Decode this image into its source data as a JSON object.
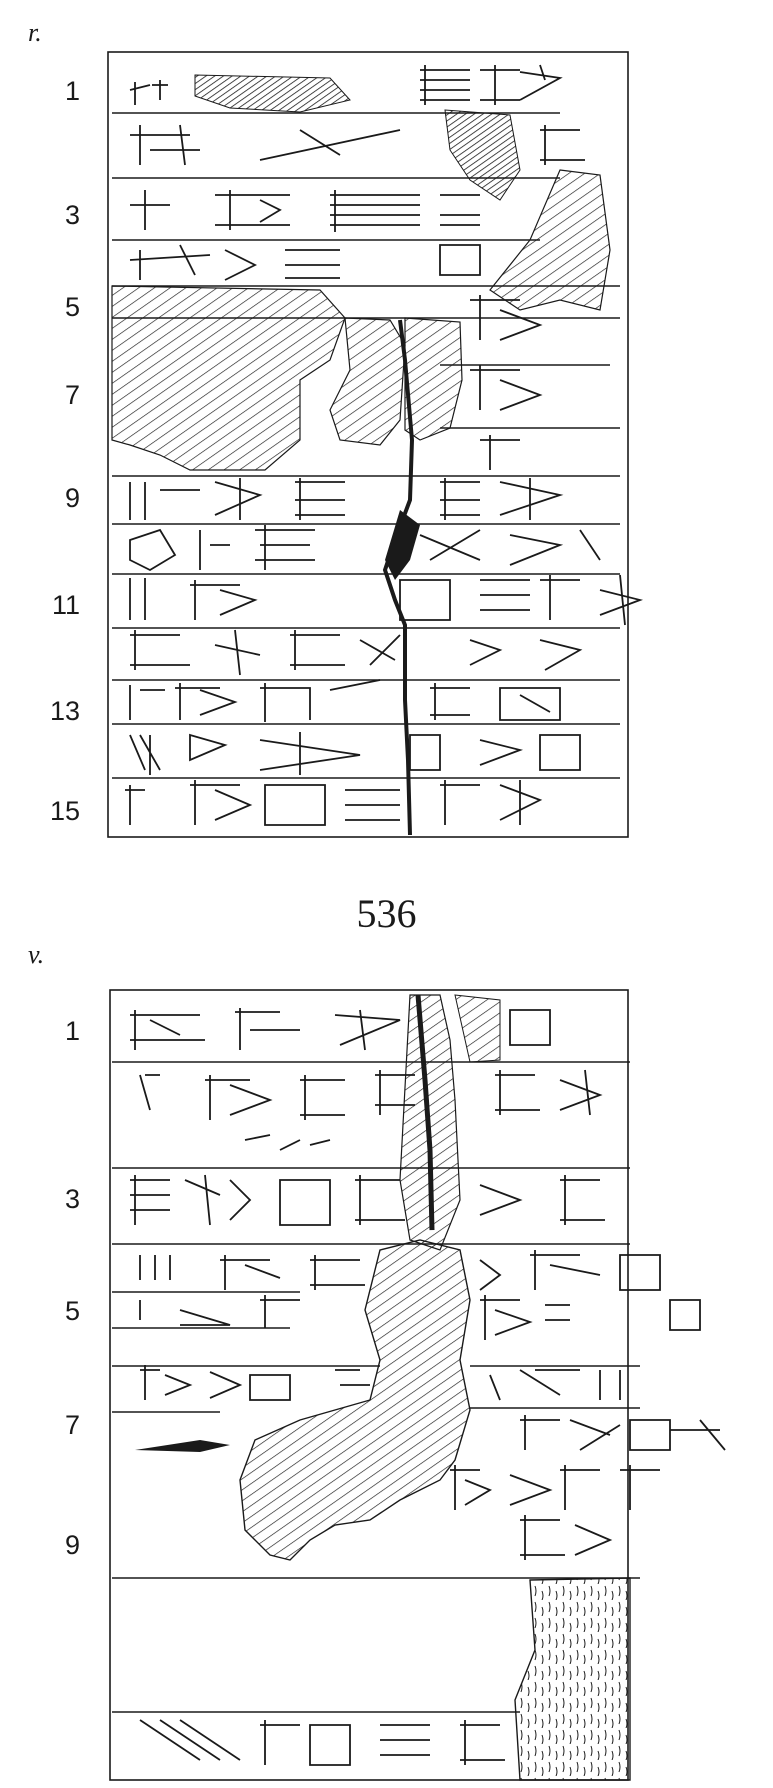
{
  "tablet_number": "536",
  "obverse": {
    "side_label": "r.",
    "line_numbers": [
      "1",
      "3",
      "5",
      "7",
      "9",
      "11",
      "13",
      "15"
    ]
  },
  "reverse": {
    "side_label": "v.",
    "line_numbers": [
      "1",
      "3",
      "5",
      "7",
      "9"
    ]
  },
  "colors": {
    "ink": "#1a1a1a",
    "paper": "#ffffff"
  }
}
